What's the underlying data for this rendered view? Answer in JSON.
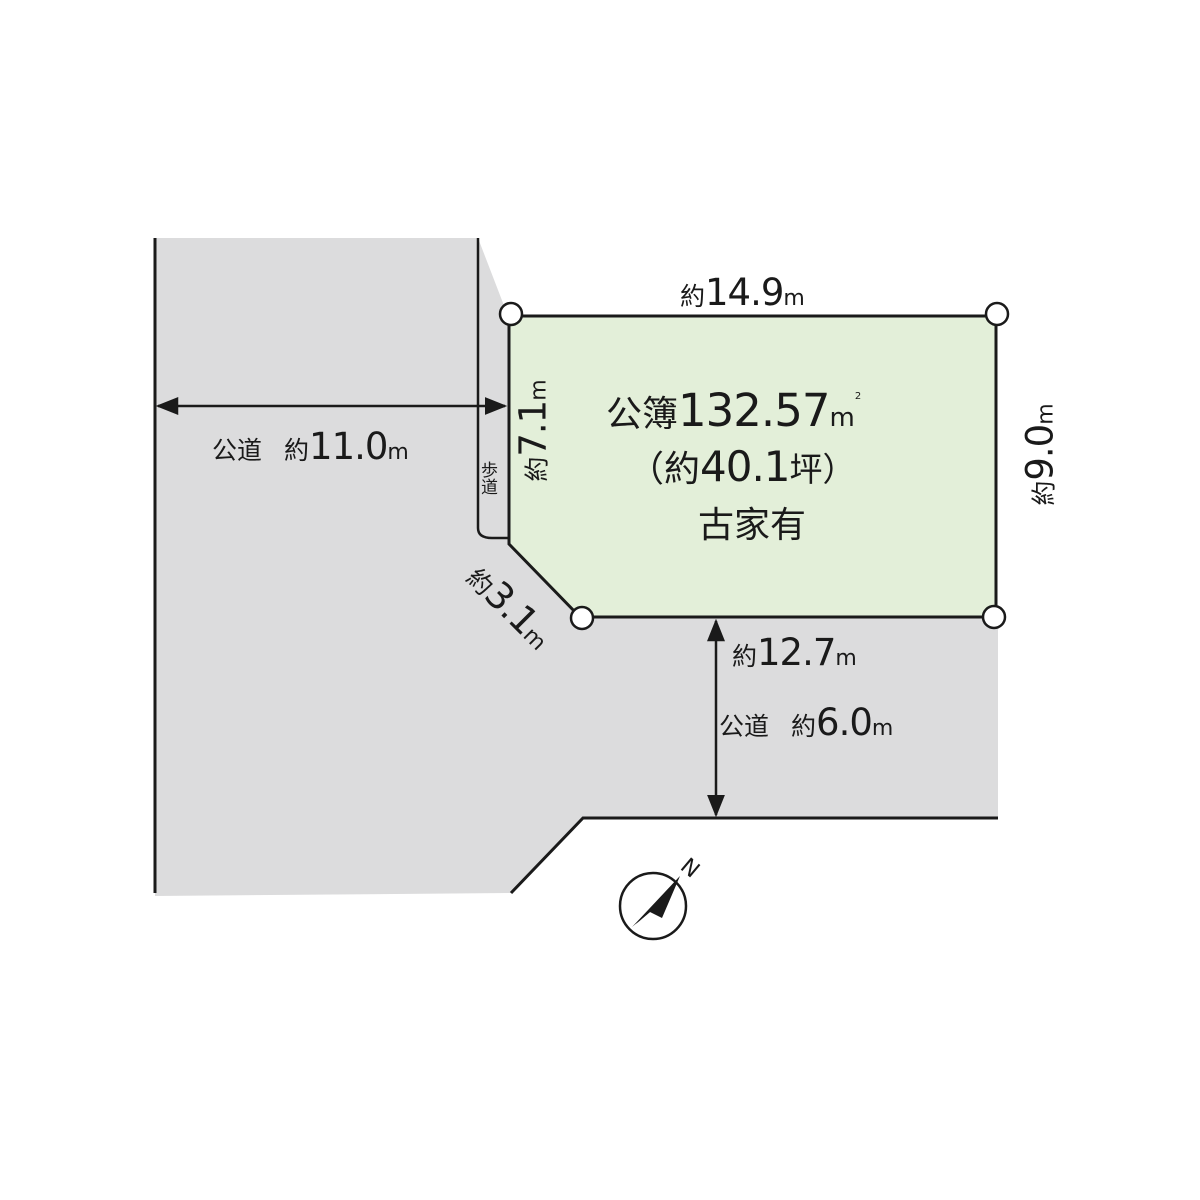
{
  "colors": {
    "road": "#dcdcdd",
    "lot": "#e3efd9",
    "line": "#1a1a1a"
  },
  "lot": {
    "area_prefix": "公簿",
    "area_value": "132.57",
    "area_unit": "m",
    "area_unit_sup": "2",
    "tsubo_open": "（約",
    "tsubo_value": "40.1",
    "tsubo_unit": "坪）",
    "note": "古家有"
  },
  "dimensions": {
    "top": {
      "prefix": "約",
      "value": "14.9",
      "unit": "m"
    },
    "right": {
      "prefix": "約",
      "value": "9.0",
      "unit": "m"
    },
    "left": {
      "prefix": "約",
      "value": "7.1",
      "unit": "m"
    },
    "corner": {
      "prefix": "約",
      "value": "3.1",
      "unit": "m"
    },
    "bottom": {
      "prefix": "約",
      "value": "12.7",
      "unit": "m"
    }
  },
  "roads": {
    "west": {
      "type": "公道",
      "prefix": "約",
      "value": "11.0",
      "unit": "m"
    },
    "south": {
      "type": "公道",
      "prefix": "約",
      "value": "6.0",
      "unit": "m"
    },
    "sidewalk": [
      "歩",
      "道"
    ]
  },
  "compass": {
    "north_label": "N",
    "icon": "north-arrow-icon"
  }
}
